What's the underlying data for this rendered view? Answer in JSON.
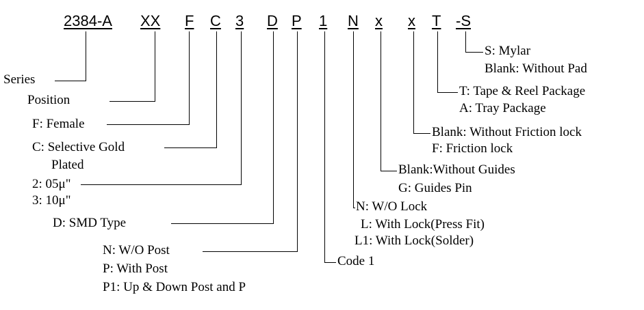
{
  "codes": [
    "2384-A",
    "XX",
    "F",
    "C",
    "3",
    "D",
    "P",
    "1",
    "N",
    "x",
    "x",
    "T",
    "-S"
  ],
  "left_labels": {
    "series": "Series",
    "position": "Position",
    "female": "F: Female",
    "gold_1": "C: Selective Gold",
    "gold_2": "Plated",
    "thick_1": "2: 05μ\"",
    "thick_2": "3: 10μ\"",
    "smd": "D: SMD Type",
    "post_1": "N: W/O Post",
    "post_2": "P: With Post",
    "post_3": "P1:  Up & Down Post and P"
  },
  "right_labels": {
    "code1": "Code 1",
    "lock_1": "N: W/O Lock",
    "lock_2": "L: With Lock(Press Fit)",
    "lock_3": "L1: With Lock(Solder)",
    "guide_1": "Blank:Without Guides",
    "guide_2": "G: Guides Pin",
    "friction_1": "Blank:  Without Friction lock",
    "friction_2": "F:  Friction lock",
    "pack_1": "T: Tape & Reel Package",
    "pack_2": "A: Tray Package",
    "pad_1": "S: Mylar",
    "pad_2": "Blank: Without Pad"
  }
}
